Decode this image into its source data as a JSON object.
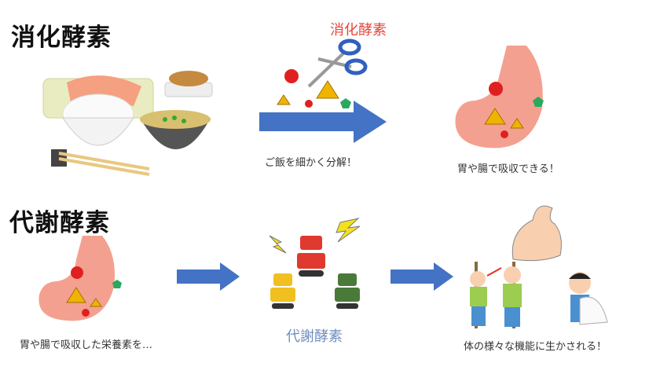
{
  "section_digestive": {
    "title": "消化酵素",
    "enzyme_label": "消化酵素",
    "step1_caption": "ご飯を細かく分解！",
    "step2_caption": "胃や腸で吸収できる！"
  },
  "section_metabolic": {
    "title": "代謝酵素",
    "step1_caption": "胃や腸で吸収した栄養素を…",
    "enzyme_label": "代謝酵素",
    "step3_caption": "体の様々な機能に生かされる！"
  },
  "colors": {
    "arrow": "#4472c4",
    "enzyme_red": "#e8453c",
    "enzyme_blue": "#6f8fc0",
    "nutrient_circle": "#e02020",
    "nutrient_triangle": "#f0b400",
    "nutrient_pentagon": "#2aa860",
    "stomach": "#f4a090"
  }
}
